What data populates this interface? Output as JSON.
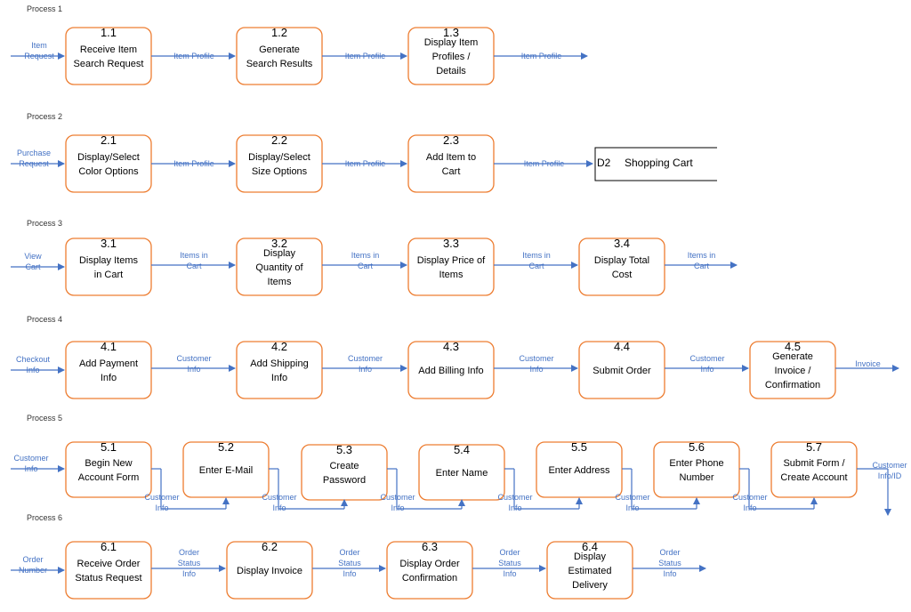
{
  "process_labels": [
    "Process 1",
    "Process 2",
    "Process 3",
    "Process 4",
    "Process 5",
    "Process 6"
  ],
  "p1": {
    "in": [
      "Item",
      "Request"
    ],
    "boxes": [
      {
        "num": "1.1",
        "name": [
          "Receive Item",
          "Search Request"
        ]
      },
      {
        "num": "1.2",
        "name": [
          "Generate",
          "Search Results"
        ]
      },
      {
        "num": "1.3",
        "name": [
          "Display Item",
          "Profiles /",
          "Details"
        ]
      }
    ],
    "flows": [
      "Item Profile",
      "Item Profile",
      "Item Profile"
    ]
  },
  "p2": {
    "in": [
      "Purchase",
      "Request"
    ],
    "boxes": [
      {
        "num": "2.1",
        "name": [
          "Display/Select",
          "Color Options"
        ]
      },
      {
        "num": "2.2",
        "name": [
          "Display/Select",
          "Size Options"
        ]
      },
      {
        "num": "2.3",
        "name": [
          "Add Item to",
          "Cart"
        ]
      }
    ],
    "flows": [
      "Item Profile",
      "Item Profile",
      "Item Profile"
    ],
    "store_id": "D2",
    "store_name": "Shopping Cart"
  },
  "p3": {
    "in": [
      "View",
      "Cart"
    ],
    "boxes": [
      {
        "num": "3.1",
        "name": [
          "Display Items",
          "in Cart"
        ]
      },
      {
        "num": "3.2",
        "name": [
          "Display",
          "Quantity of",
          "Items"
        ]
      },
      {
        "num": "3.3",
        "name": [
          "Display Price of",
          "Items"
        ]
      },
      {
        "num": "3.4",
        "name": [
          "Display Total",
          "Cost"
        ]
      }
    ],
    "flows": [
      [
        "Items in",
        "Cart"
      ],
      [
        "Items in",
        "Cart"
      ],
      [
        "Items in",
        "Cart"
      ],
      [
        "Items in",
        "Cart"
      ]
    ]
  },
  "p4": {
    "in": [
      "Checkout",
      "Info"
    ],
    "boxes": [
      {
        "num": "4.1",
        "name": [
          "Add Payment",
          "Info"
        ]
      },
      {
        "num": "4.2",
        "name": [
          "Add Shipping",
          "Info"
        ]
      },
      {
        "num": "4.3",
        "name": [
          "Add Billing Info"
        ]
      },
      {
        "num": "4.4",
        "name": [
          "Submit Order"
        ]
      },
      {
        "num": "4.5",
        "name": [
          "Generate",
          "Invoice /",
          "Confirmation"
        ]
      }
    ],
    "flows": [
      [
        "Customer",
        "Info"
      ],
      [
        "Customer",
        "Info"
      ],
      [
        "Customer",
        "Info"
      ],
      [
        "Customer",
        "Info"
      ],
      [
        "Invoice"
      ]
    ]
  },
  "p5": {
    "in": [
      "Customer",
      "Info"
    ],
    "boxes": [
      {
        "num": "5.1",
        "name": [
          "Begin New",
          "Account Form"
        ]
      },
      {
        "num": "5.2",
        "name": [
          "Enter E-Mail"
        ]
      },
      {
        "num": "5.3",
        "name": [
          "Create",
          "Password"
        ]
      },
      {
        "num": "5.4",
        "name": [
          "Enter Name"
        ]
      },
      {
        "num": "5.5",
        "name": [
          "Enter Address"
        ]
      },
      {
        "num": "5.6",
        "name": [
          "Enter Phone",
          "Number"
        ]
      },
      {
        "num": "5.7",
        "name": [
          "Submit Form /",
          "Create Account"
        ]
      }
    ],
    "flows": [
      [
        "Customer",
        "Info"
      ],
      [
        "Customer",
        "Info"
      ],
      [
        "Customer",
        "Info"
      ],
      [
        "Customer",
        "Info"
      ],
      [
        "Customer",
        "Info"
      ],
      [
        "Customer",
        "Info"
      ]
    ],
    "out": [
      "Customer",
      "Info/ID"
    ]
  },
  "p6": {
    "in": [
      "Order",
      "Number"
    ],
    "boxes": [
      {
        "num": "6.1",
        "name": [
          "Receive Order",
          "Status Request"
        ]
      },
      {
        "num": "6.2",
        "name": [
          "Display Invoice"
        ]
      },
      {
        "num": "6.3",
        "name": [
          "Display Order",
          "Confirmation"
        ]
      },
      {
        "num": "6.4",
        "name": [
          "Display",
          "Estimated",
          "Delivery"
        ]
      }
    ],
    "flows": [
      [
        "Order",
        "Status",
        "Info"
      ],
      [
        "Order",
        "Status",
        "Info"
      ],
      [
        "Order",
        "Status",
        "Info"
      ],
      [
        "Order",
        "Status",
        "Info"
      ]
    ]
  },
  "colors": {
    "box_border": "#ED7D31",
    "arrow": "#4472C4",
    "text": "#000000"
  }
}
